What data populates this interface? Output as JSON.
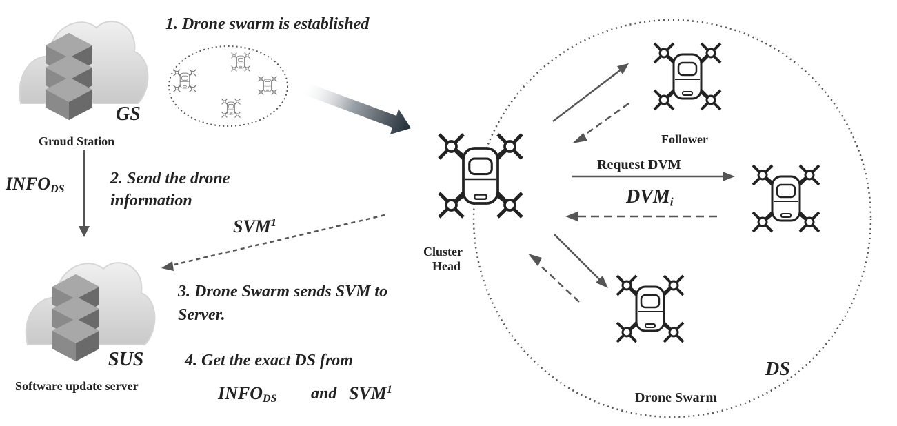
{
  "ground_station": {
    "code": "GS",
    "label": "Groud Station"
  },
  "server": {
    "code": "SUS",
    "label": "Software update server"
  },
  "steps": {
    "step1": "1. Drone swarm is established",
    "step2_line1": "2. Send the drone",
    "step2_line2": "information",
    "step3_line1": "3. Drone Swarm sends SVM to",
    "step3_line2": "Server.",
    "step4_line1": "4. Get the exact DS from",
    "step4_and": "and"
  },
  "info_ds": {
    "base": "INFO",
    "sub": "DS"
  },
  "svm": {
    "base": "SVM",
    "sup": "1"
  },
  "dvm": {
    "base": "DVM",
    "sub": "i"
  },
  "cluster_head": {
    "line1": "Cluster",
    "line2": "Head"
  },
  "follower_label": "Follower",
  "request_label": "Request DVM",
  "ds_code": "DS",
  "ds_label": "Drone Swarm"
}
